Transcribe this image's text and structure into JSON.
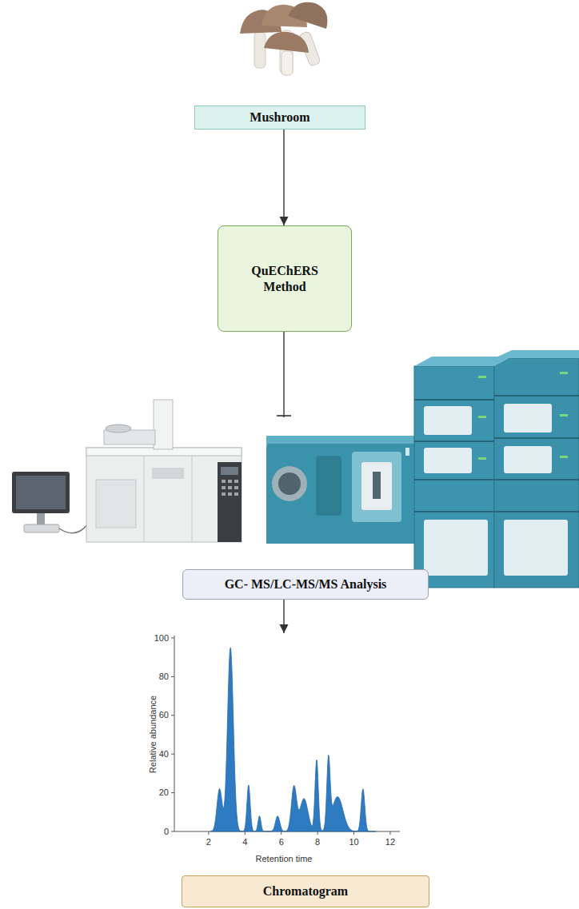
{
  "diagram": {
    "nodes": [
      {
        "text": [
          "Mushroom"
        ]
      },
      {
        "text": [
          "QuEChERS Method"
        ]
      },
      {
        "text": [
          "GC- MS/LC-MS/MS Analysis"
        ]
      },
      {
        "text": [
          "Chromatogram"
        ]
      }
    ],
    "edges": [
      {
        "from": 0,
        "to": 1,
        "arrow": "to"
      },
      {
        "from": 1,
        "to": 2,
        "arrow": "none"
      },
      {
        "from": 2,
        "to": 3,
        "arrow": "to"
      }
    ],
    "labels": [
      "100",
      "80",
      "60",
      "40",
      "20",
      "0",
      "2",
      "4",
      "6",
      "8",
      "10",
      "12",
      "Relative abundance",
      "Retention time"
    ]
  }
}
